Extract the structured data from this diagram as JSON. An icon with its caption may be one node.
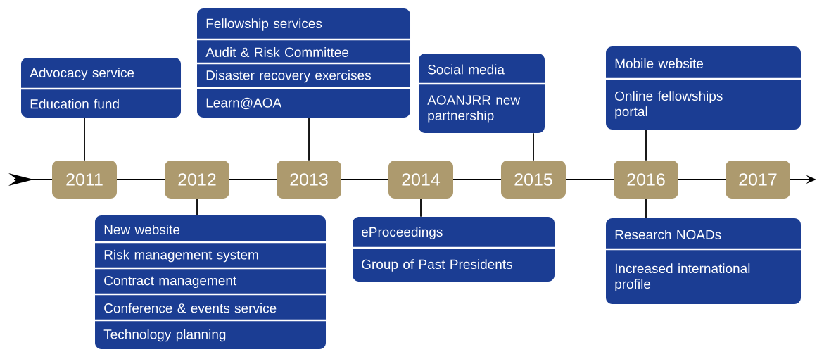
{
  "diagram": {
    "nodes": [
      {
        "text": [
          "Advocacy service",
          "Education fund"
        ]
      },
      {
        "text": [
          "Fellowship services",
          "Audit & Risk Committee",
          "Disaster recovery exercises",
          "Learn@AOA"
        ]
      },
      {
        "text": [
          "Social media",
          "AOANJRR new partnership"
        ]
      },
      {
        "text": [
          "Mobile website",
          "Online fellowships portal"
        ]
      },
      {
        "text": [
          "2011"
        ]
      },
      {
        "text": [
          "2012"
        ]
      },
      {
        "text": [
          "2013"
        ]
      },
      {
        "text": [
          "2014"
        ]
      },
      {
        "text": [
          "2015"
        ]
      },
      {
        "text": [
          "2016"
        ]
      },
      {
        "text": [
          "2017"
        ]
      },
      {
        "text": [
          "New website",
          "Risk management system",
          "Contract management",
          "Conference & events service",
          "Technology planning"
        ]
      },
      {
        "text": [
          "eProceedings",
          "Group of Past Presidents"
        ]
      },
      {
        "text": [
          "Research NOADs",
          "Increased international profile"
        ]
      }
    ],
    "edges": [
      {
        "from": 4,
        "to": 0,
        "arrow": "none"
      },
      {
        "from": 5,
        "to": 11,
        "arrow": "none"
      },
      {
        "from": 6,
        "to": 1,
        "arrow": "none"
      },
      {
        "from": 7,
        "to": 12,
        "arrow": "none"
      },
      {
        "from": 8,
        "to": 2,
        "arrow": "none"
      },
      {
        "from": 9,
        "to": 3,
        "arrow": "none"
      },
      {
        "from": 9,
        "to": 13,
        "arrow": "none"
      }
    ]
  }
}
